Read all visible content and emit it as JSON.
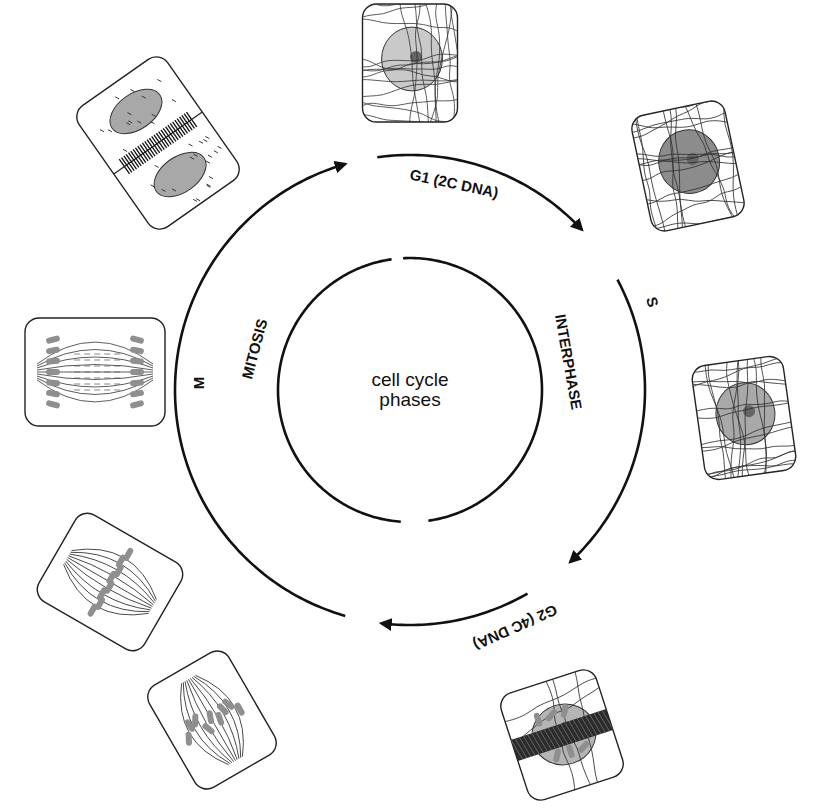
{
  "diagram": {
    "nodes": [
      {
        "text": [
          "cell cycle phases"
        ]
      }
    ],
    "labels": [
      "G1 (2C DNA)",
      "S",
      "INTERPHASE",
      "G2 (4C DNA)",
      "MITOSIS",
      "M"
    ]
  }
}
